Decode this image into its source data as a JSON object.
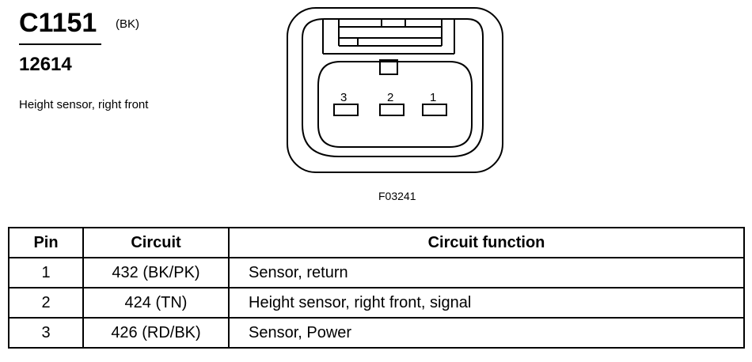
{
  "connector": {
    "id": "C1151",
    "color": "(BK)",
    "part_number": "12614",
    "description": "Height sensor, right front",
    "figure_ref": "F03241"
  },
  "diagram": {
    "pin_labels": [
      "3",
      "2",
      "1"
    ]
  },
  "table": {
    "headers": [
      "Pin",
      "Circuit",
      "Circuit function"
    ],
    "rows": [
      {
        "pin": "1",
        "circuit": "432 (BK/PK)",
        "function": "Sensor, return"
      },
      {
        "pin": "2",
        "circuit": "424 (TN)",
        "function": "Height sensor, right front, signal"
      },
      {
        "pin": "3",
        "circuit": "426 (RD/BK)",
        "function": "Sensor, Power"
      }
    ]
  }
}
